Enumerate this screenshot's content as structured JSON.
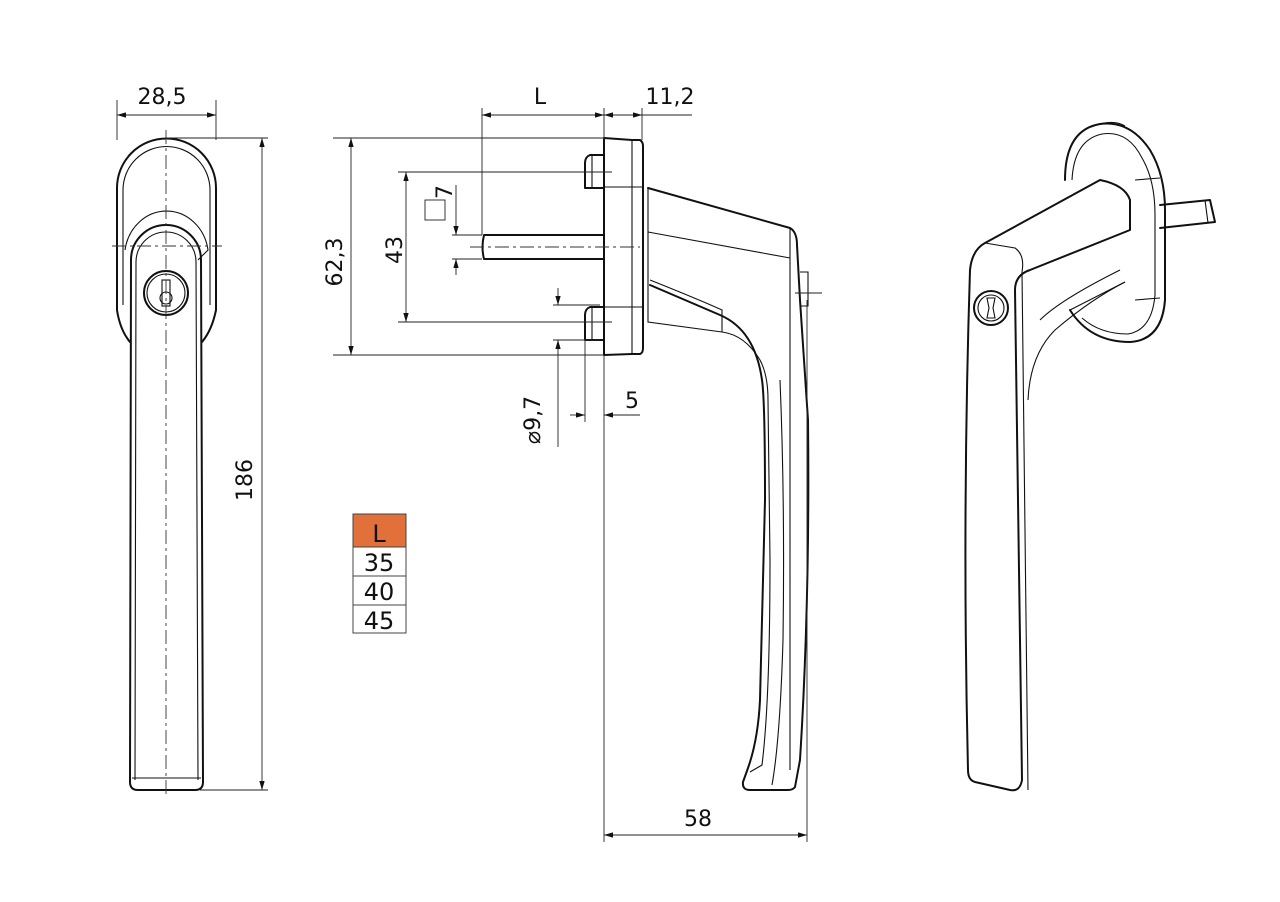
{
  "dimensions": {
    "width_front": "28,5",
    "height_total": "186",
    "spindle_length": "L",
    "rosette_depth": "11,2",
    "rosette_height": "62,3",
    "screw_spacing": "43",
    "spindle_square": "7",
    "screw_diameter": "⌀9,7",
    "stud_length": "5",
    "handle_projection": "58"
  },
  "table": {
    "header": "L",
    "rows": [
      "35",
      "40",
      "45"
    ],
    "header_color": "#e2703a"
  }
}
